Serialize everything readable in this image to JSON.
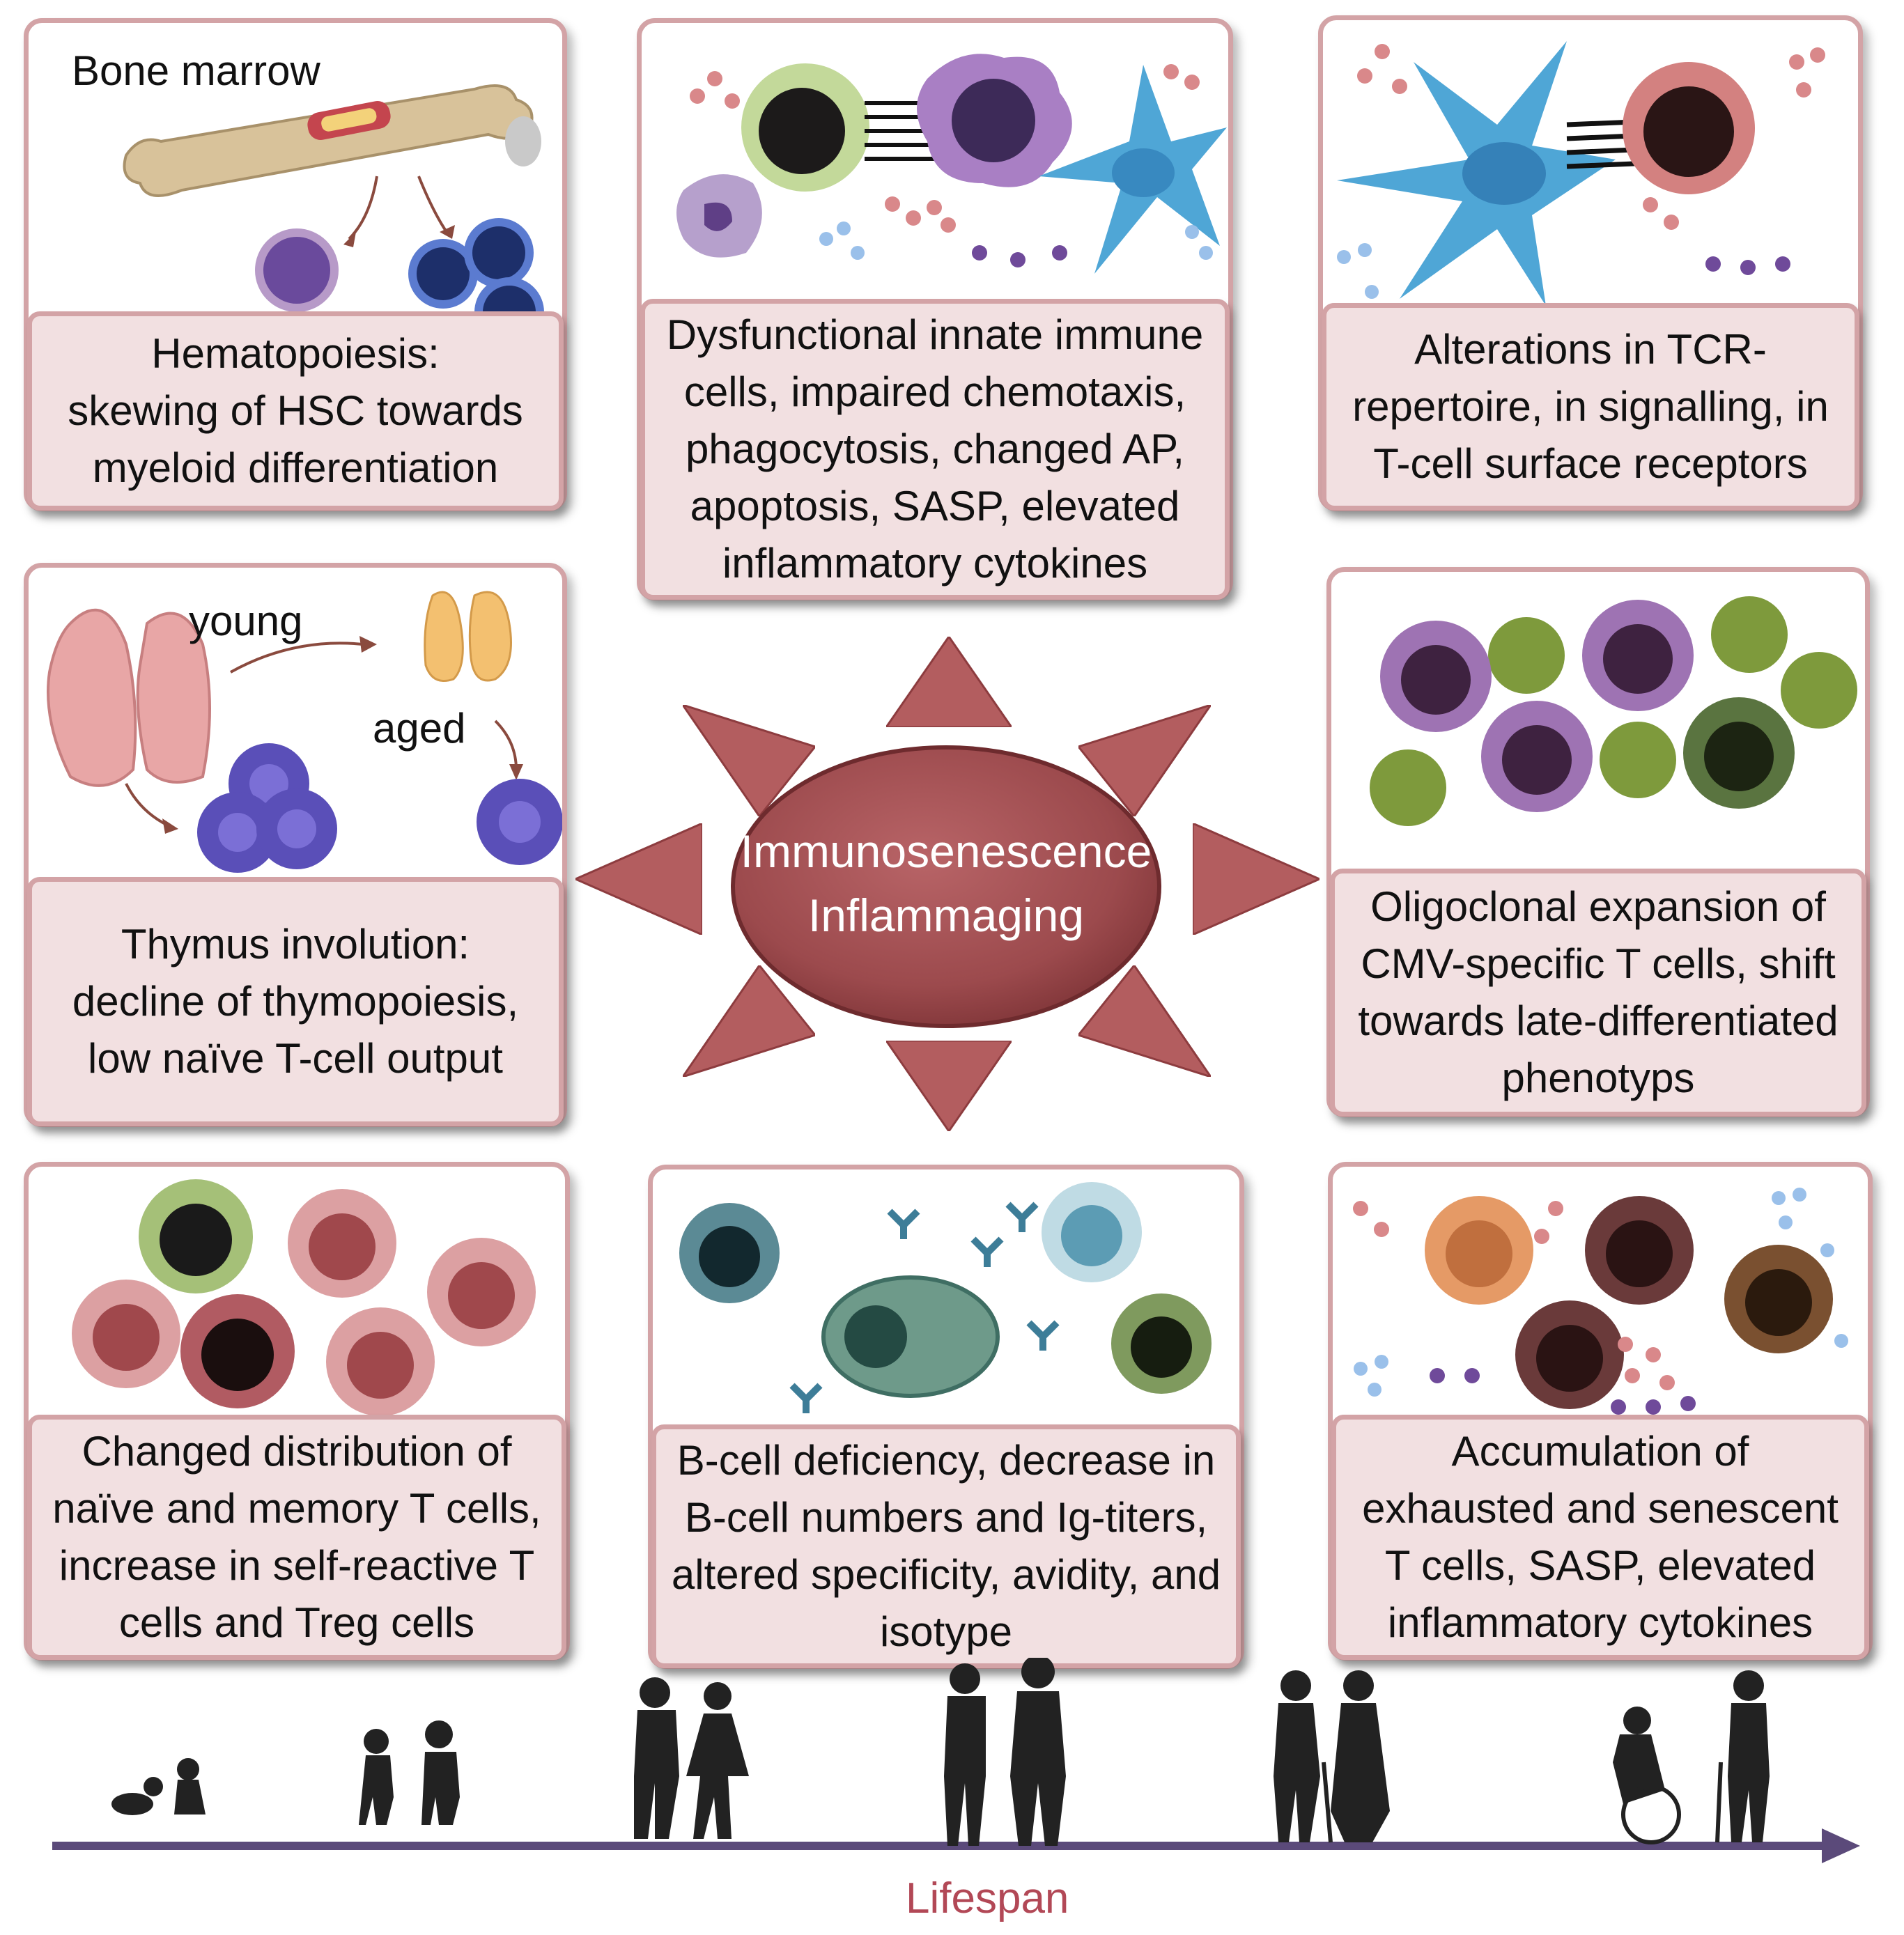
{
  "center": {
    "line1": "Immunosenescence",
    "line2": "Inflammaging",
    "color": "#a04d50"
  },
  "panels": {
    "hematopoiesis": {
      "label": "Bone marrow",
      "caption": "Hematopoiesis:\nskewing of HSC towards\nmyeloid differentiation",
      "icons": [
        "bone-icon",
        "myeloid-cell-icon",
        "lymphoid-cells-icon"
      ]
    },
    "innate": {
      "caption": "Dysfunctional innate immune\ncells, impaired chemotaxis,\nphagocytosis, changed AP,\napoptosis, SASP, elevated\ninflammatory cytokines",
      "icons": [
        "lymphocyte-icon",
        "macrophage-icon",
        "neutrophil-icon",
        "dendritic-cell-icon"
      ]
    },
    "tcr": {
      "caption": "Alterations in TCR-\nrepertoire, in signalling, in\nT-cell surface receptors",
      "icons": [
        "dendritic-cell-icon",
        "t-cell-icon"
      ]
    },
    "thymus": {
      "label_young": "young",
      "label_aged": "aged",
      "caption": "Thymus involution:\ndecline of thymopoiesis,\nlow naïve T-cell output",
      "icons": [
        "thymus-young-icon",
        "thymus-aged-icon",
        "t-cells-icon"
      ]
    },
    "cmv": {
      "caption": "Oligoclonal expansion of\nCMV-specific T cells, shift\ntowards late-differentiated\nphenotyps",
      "icons": [
        "virus-icon",
        "t-cell-icon"
      ]
    },
    "tcells": {
      "caption": "Changed distribution of\nnaïve and memory T cells,\nincrease in  self-reactive T\ncells and Treg cells",
      "icons": [
        "naive-t-cell-icon",
        "memory-t-cell-icon"
      ]
    },
    "bcells": {
      "caption": "B-cell deficiency, decrease in\nB-cell numbers and Ig-titers,\naltered specificity, avidity, and\nisotype",
      "icons": [
        "plasma-cell-icon",
        "antibody-icon",
        "b-cell-icon"
      ]
    },
    "exhausted": {
      "caption": "Accumulation of\nexhausted and senescent\nT cells, SASP, elevated\ninflammatory cytokines",
      "icons": [
        "senescent-t-cell-icon",
        "cytokine-icon"
      ]
    }
  },
  "timeline": {
    "label": "Lifespan",
    "stages": [
      "babies-icon",
      "toddlers-icon",
      "children-icon",
      "adults-icon",
      "elderly-icon",
      "very-old-icon"
    ],
    "axis_color": "#5b4a7a",
    "label_color": "#b24856"
  }
}
